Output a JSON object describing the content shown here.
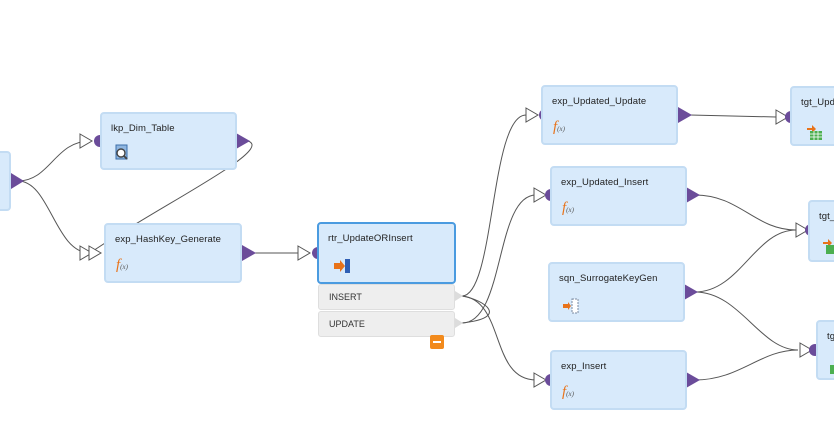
{
  "nodes": {
    "lkp": "lkp_Dim_Table",
    "hash": "exp_HashKey_Generate",
    "rtr": "rtr_UpdateORInsert",
    "upd": "exp_Updated_Update",
    "ins": "exp_Updated_Insert",
    "sqn": "sqn_SurrogateKeyGen",
    "exins": "exp_Insert",
    "tgt1": "tgt_Upd",
    "tgt2": "tgt_",
    "tgt3": "tg"
  },
  "router_groups": [
    "INSERT",
    "UPDATE"
  ],
  "icons": {
    "lookup": "lookup-icon",
    "expression": "expression-fx-icon",
    "router": "router-icon",
    "sequence": "sequence-generator-icon",
    "target": "target-table-icon",
    "collapse": "collapse-minus-icon"
  },
  "colors": {
    "node_fill": "#d8eafb",
    "node_border": "#c3dcf3",
    "selected_border": "#4a9be0",
    "port": "#6b4c9a",
    "link": "#555555",
    "fx": "#e8731a",
    "collapse": "#f28a1c"
  }
}
